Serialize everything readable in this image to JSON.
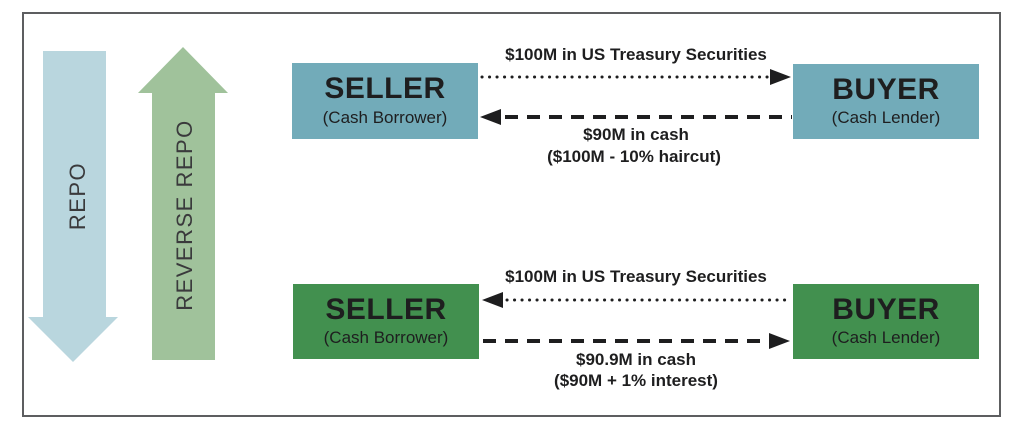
{
  "palette": {
    "frame_border": "#5d5e60",
    "repo_arrow_fill": "#b9d6de",
    "reverse_repo_arrow_fill": "#a0c29b",
    "blue_box_fill": "#72abb9",
    "green_box_fill": "#42904f",
    "line_color": "#1e1e1f",
    "text_dark": "#1e1e1f"
  },
  "left_panel": {
    "repo_label": "REPO",
    "reverse_repo_label": "REVERSE REPO"
  },
  "repo_flow": {
    "seller_title": "SELLER",
    "seller_subtitle": "(Cash Borrower)",
    "buyer_title": "BUYER",
    "buyer_subtitle": "(Cash Lender)",
    "securities_label": "$100M in US Treasury Securities",
    "cash_label": "$90M in cash",
    "cash_detail": "($100M - 10% haircut)"
  },
  "reverse_repo_flow": {
    "seller_title": "SELLER",
    "seller_subtitle": "(Cash Borrower)",
    "buyer_title": "BUYER",
    "buyer_subtitle": "(Cash Lender)",
    "securities_label": "$100M in US Treasury Securities",
    "cash_label": "$90.9M in cash",
    "cash_detail": "($90M + 1% interest)"
  }
}
